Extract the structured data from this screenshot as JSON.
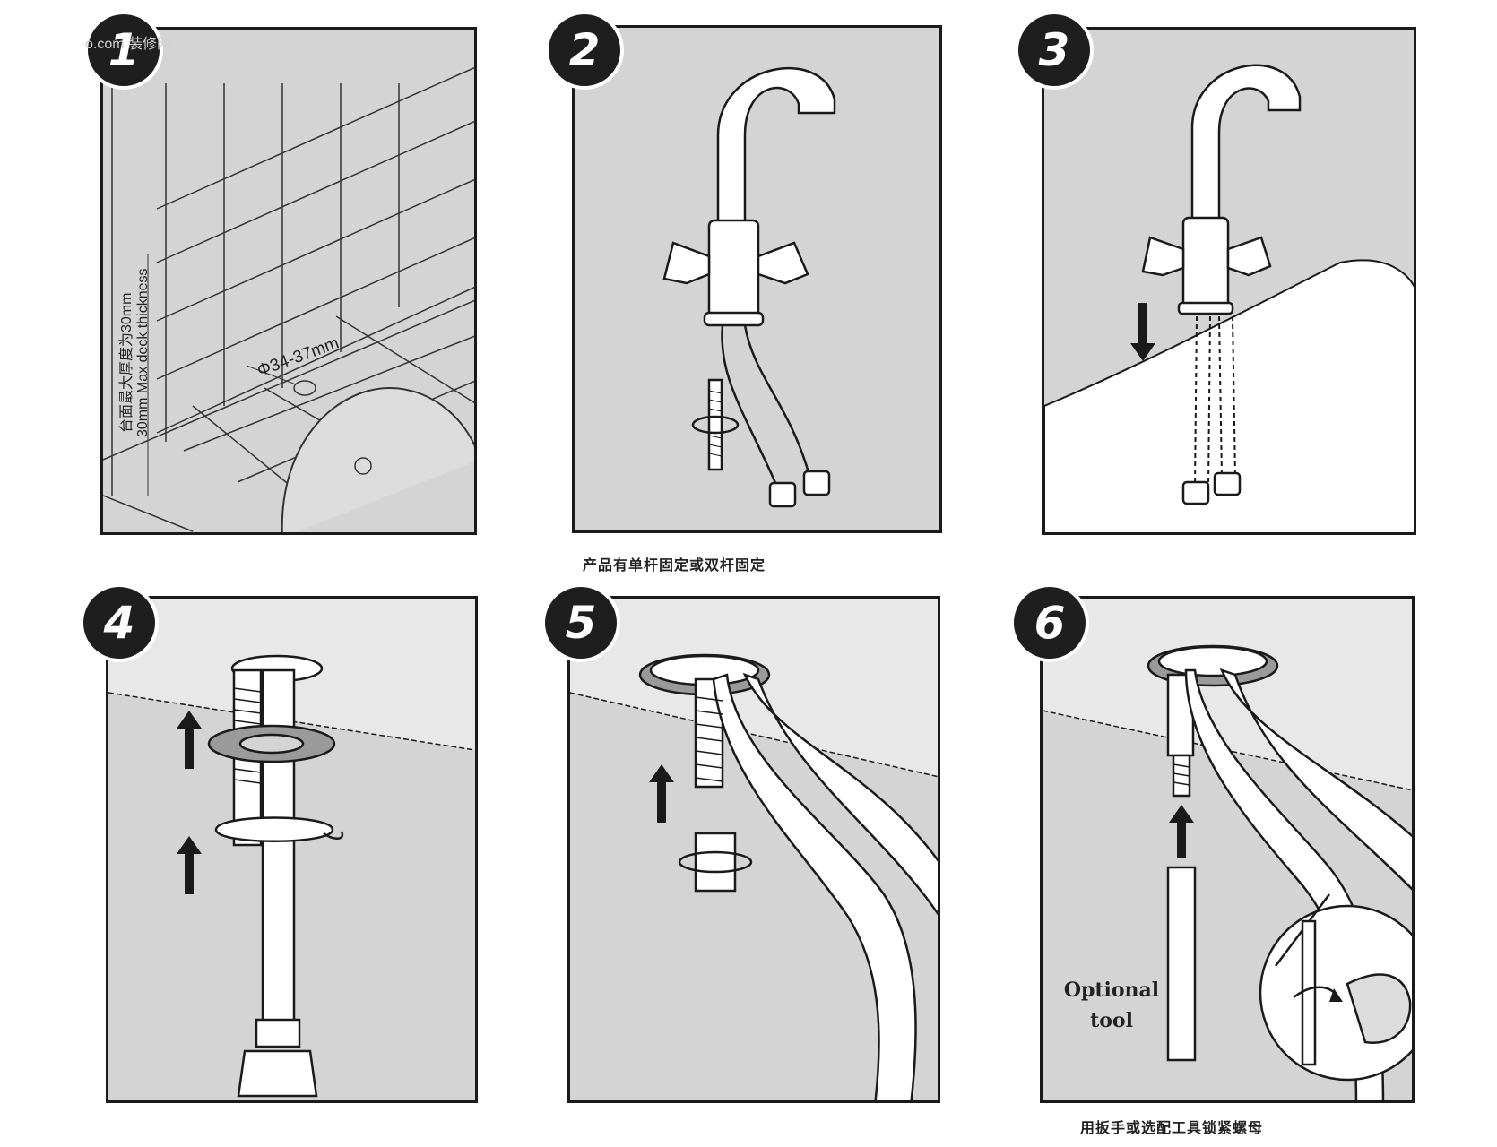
{
  "watermark": "o.com 装修网",
  "steps": [
    {
      "number": "1"
    },
    {
      "number": "2"
    },
    {
      "number": "3"
    },
    {
      "number": "4"
    },
    {
      "number": "5"
    },
    {
      "number": "6"
    }
  ],
  "panel1": {
    "deck_thickness_cn": "台面最大厚度为30mm",
    "deck_thickness_en": "30mm Max deck thickness",
    "hole_diameter": "Φ34-37mm"
  },
  "captions": {
    "rod_fixing": "产品有单杆固定或双杆固定",
    "tighten_nut": "用扳手或选配工具锁紧螺母"
  },
  "panel6": {
    "optional_tool_line1": "Optional",
    "optional_tool_line2": "tool"
  },
  "colors": {
    "panel_fill": "#d4d4d4",
    "line": "#1a1a1a",
    "badge": "#1e1e1e",
    "fixture": "#ffffff"
  }
}
